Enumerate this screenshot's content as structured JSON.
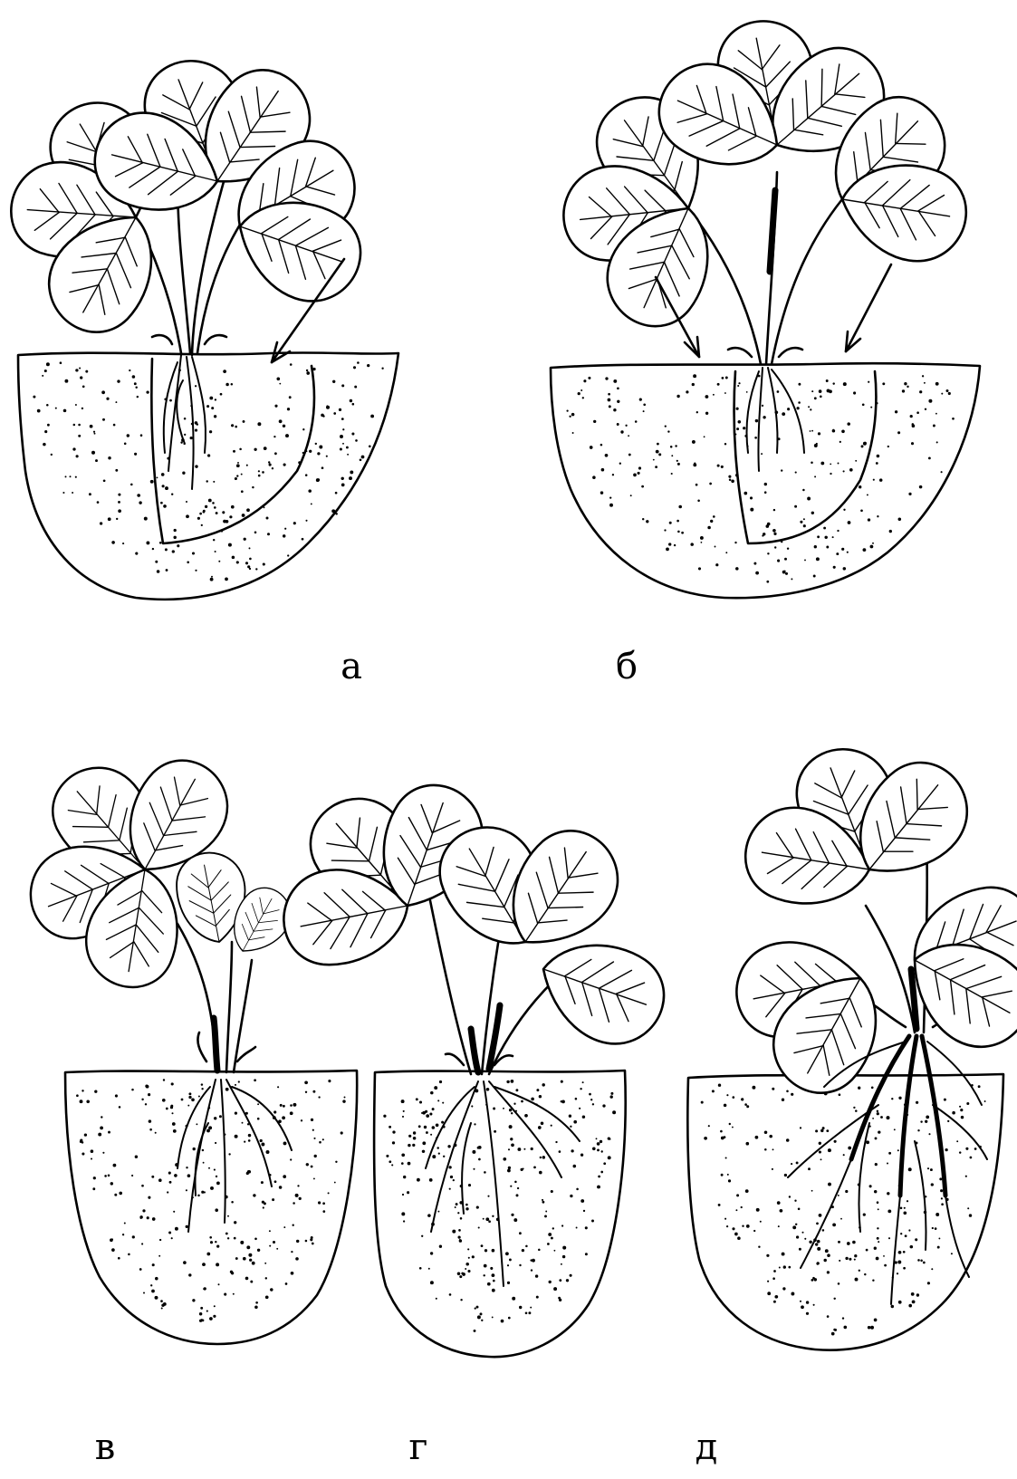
{
  "panels": [
    {
      "id": "a",
      "label": "а"
    },
    {
      "id": "b",
      "label": "б"
    },
    {
      "id": "v",
      "label": "в"
    },
    {
      "id": "g",
      "label": "г"
    },
    {
      "id": "d",
      "label": "д"
    }
  ],
  "colors": {
    "ink": "#000000",
    "paper": "#ffffff"
  }
}
